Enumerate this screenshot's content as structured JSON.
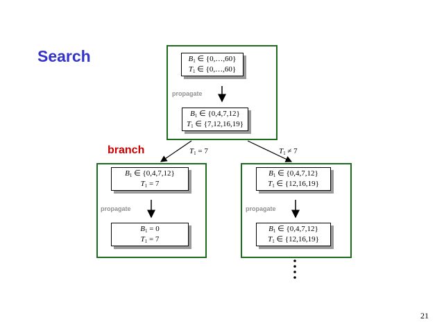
{
  "title": "Search",
  "branch_label": "branch",
  "propagate_label": "propagate",
  "page_number": "21",
  "root": {
    "before": {
      "b_set": " ∈ {0,…,60}",
      "t_set": " ∈ {0,…,60}"
    },
    "after": {
      "b_set": " ∈ {0,4,7,12}",
      "t_set": " ∈ {7,12,16,19}"
    }
  },
  "left": {
    "edge": {
      "var": "T",
      "sub": "1",
      "rel": " = 7"
    },
    "before": {
      "b_set": " ∈ {0,4,7,12}",
      "t_set": " = 7"
    },
    "after": {
      "b_set": " = 0",
      "t_set": " = 7"
    }
  },
  "right": {
    "edge": {
      "var": "T",
      "sub": "1",
      "rel": " ≠ 7"
    },
    "before": {
      "b_set": " ∈ {0,4,7,12}",
      "t_set": " ∈ {12,16,19}"
    },
    "after": {
      "b_set": " ∈ {0,4,7,12}",
      "t_set": " ∈ {12,16,19}"
    }
  },
  "var_b": "B",
  "var_t": "T",
  "var_sub": "1",
  "colors": {
    "title": "#3333cc",
    "branch": "#cc0000",
    "frame": "#1a6b1a",
    "propagate": "#909090"
  }
}
